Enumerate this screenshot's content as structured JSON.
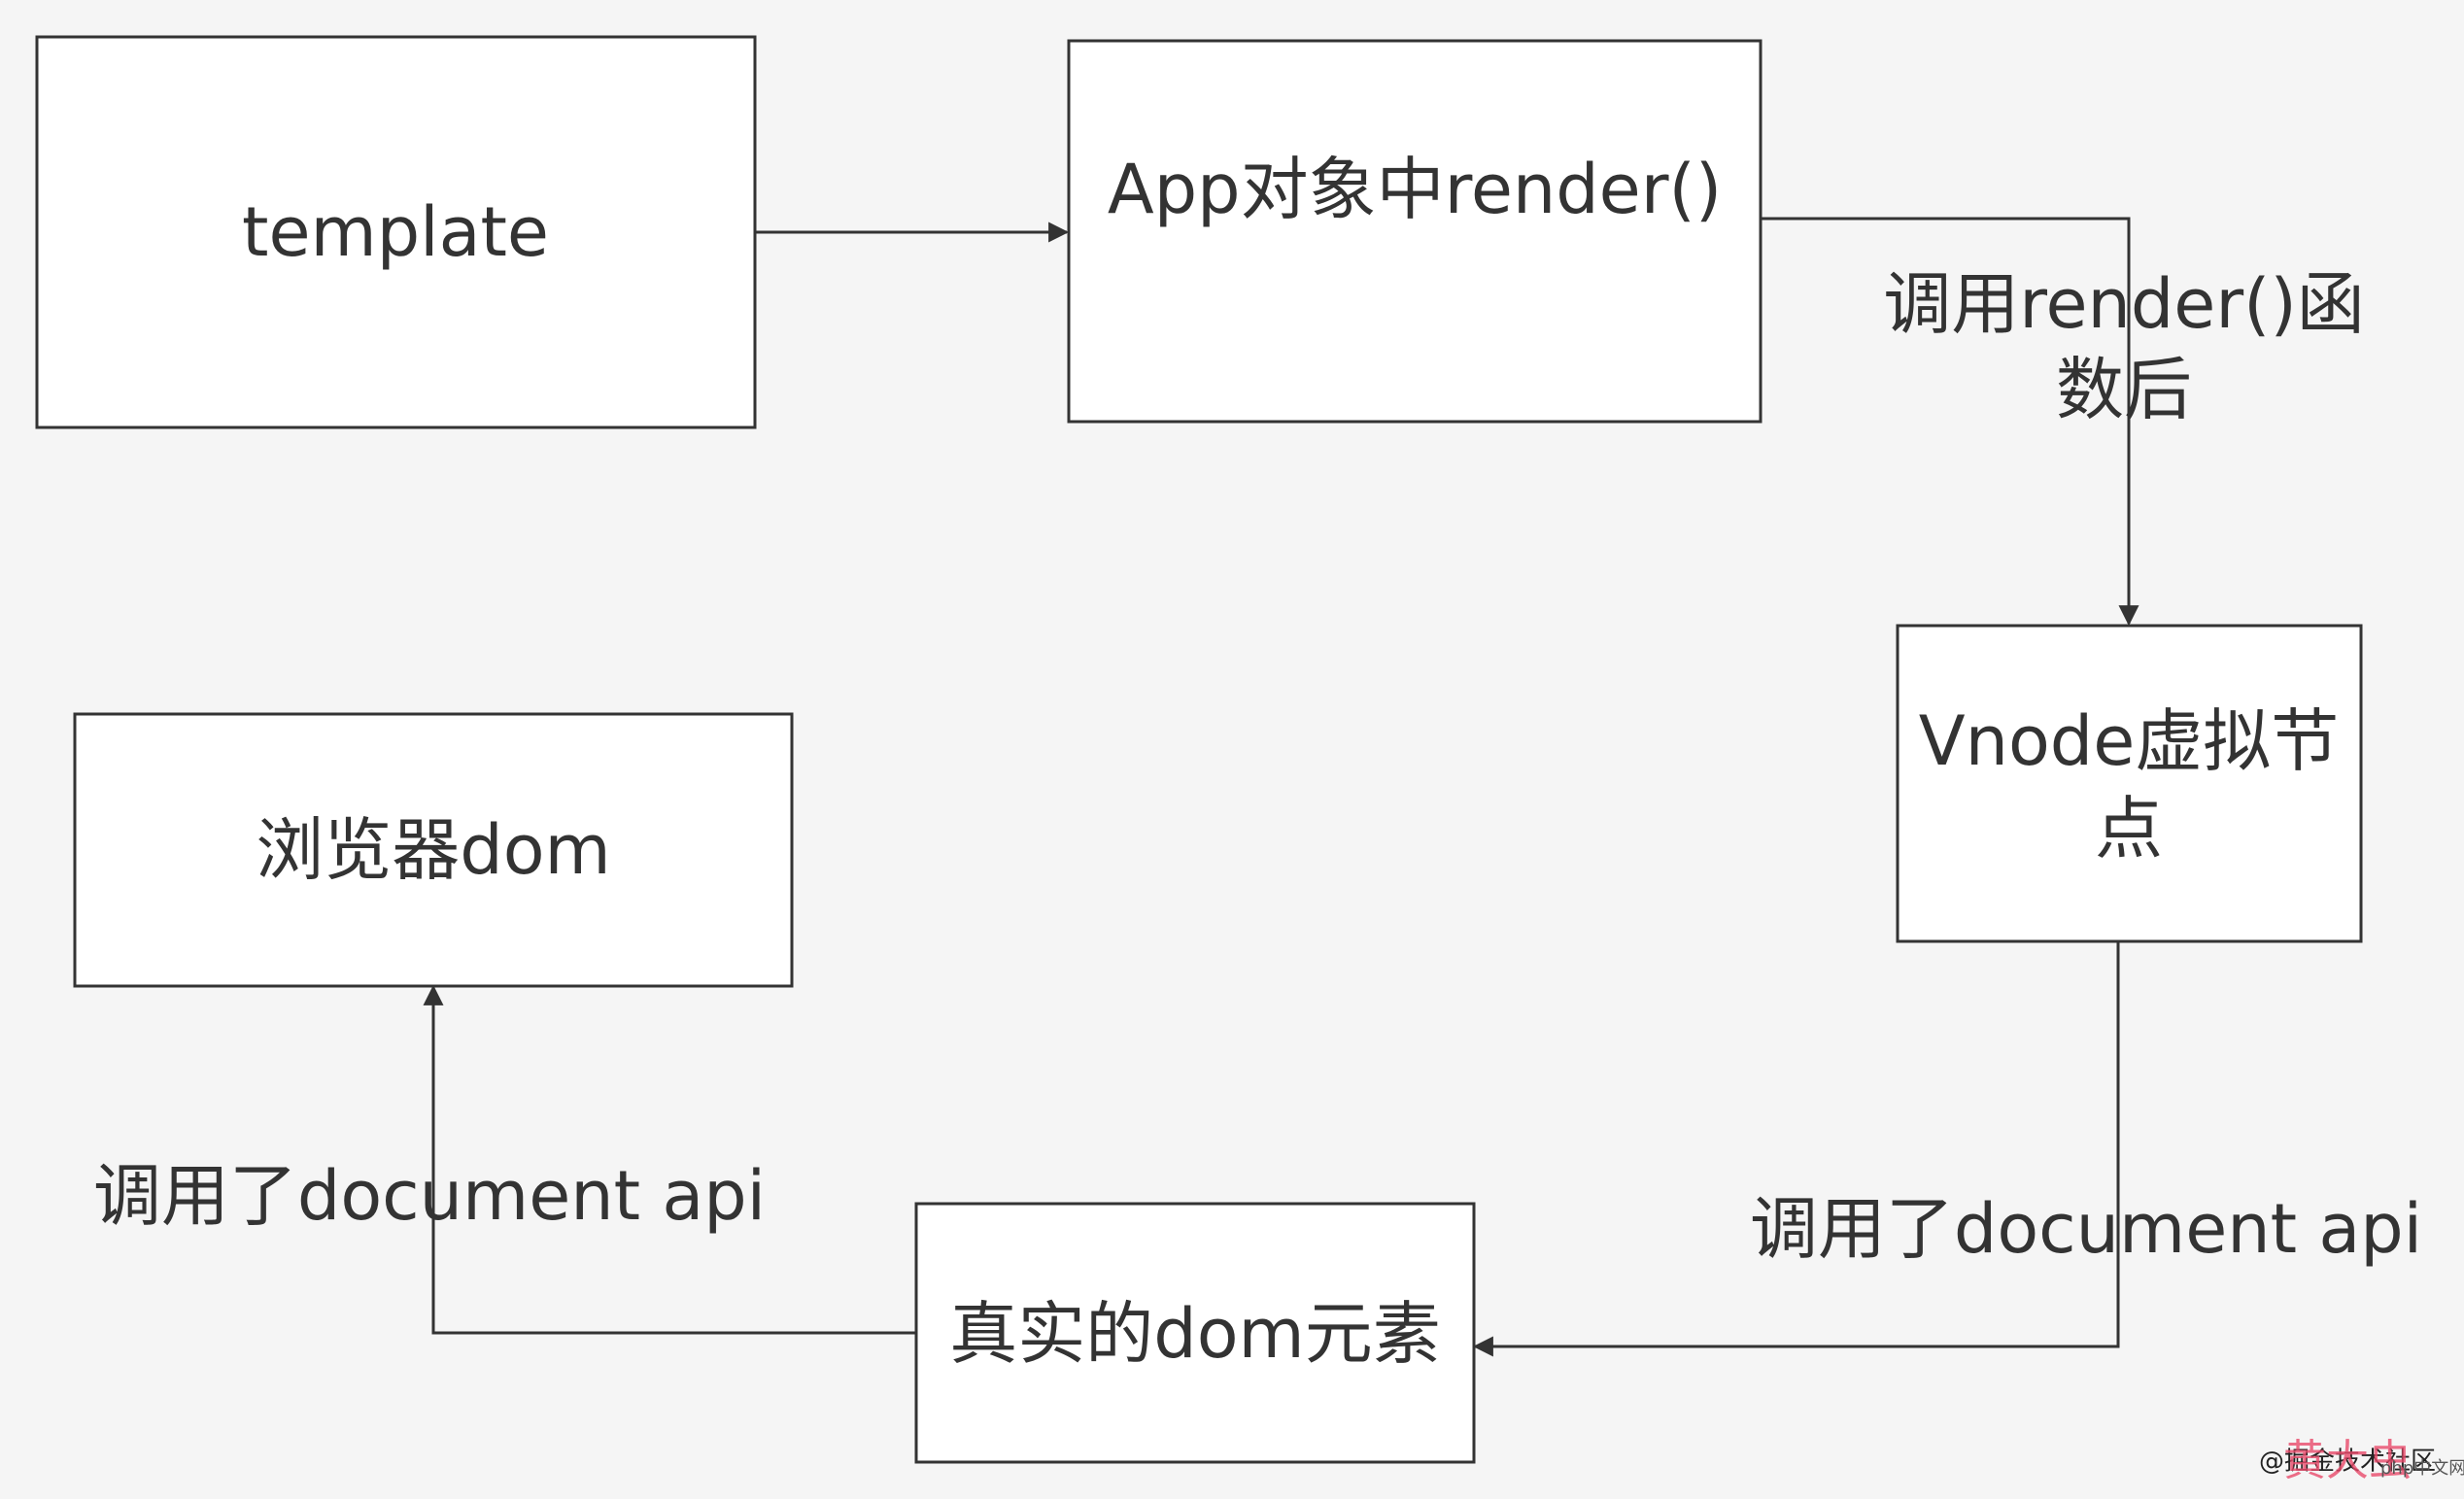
{
  "nodes": {
    "template": {
      "label": "template"
    },
    "app_render": {
      "label": "App对象中render()"
    },
    "vnode": {
      "label_line1": "Vnode虚拟节",
      "label_line2": "点"
    },
    "real_dom": {
      "label": "真实的dom元素"
    },
    "browser_dom": {
      "label": "浏览器dom"
    }
  },
  "edges": {
    "render_to_vnode": {
      "label_line1": "调用render()函",
      "label_line2": "数后"
    },
    "vnode_to_real": {
      "label": "调用了document api"
    },
    "real_to_browser": {
      "label": "调用了document api"
    }
  },
  "watermark": {
    "text": "@掘金技术社区",
    "stamp": "黄大虫",
    "site": "php中文网"
  }
}
